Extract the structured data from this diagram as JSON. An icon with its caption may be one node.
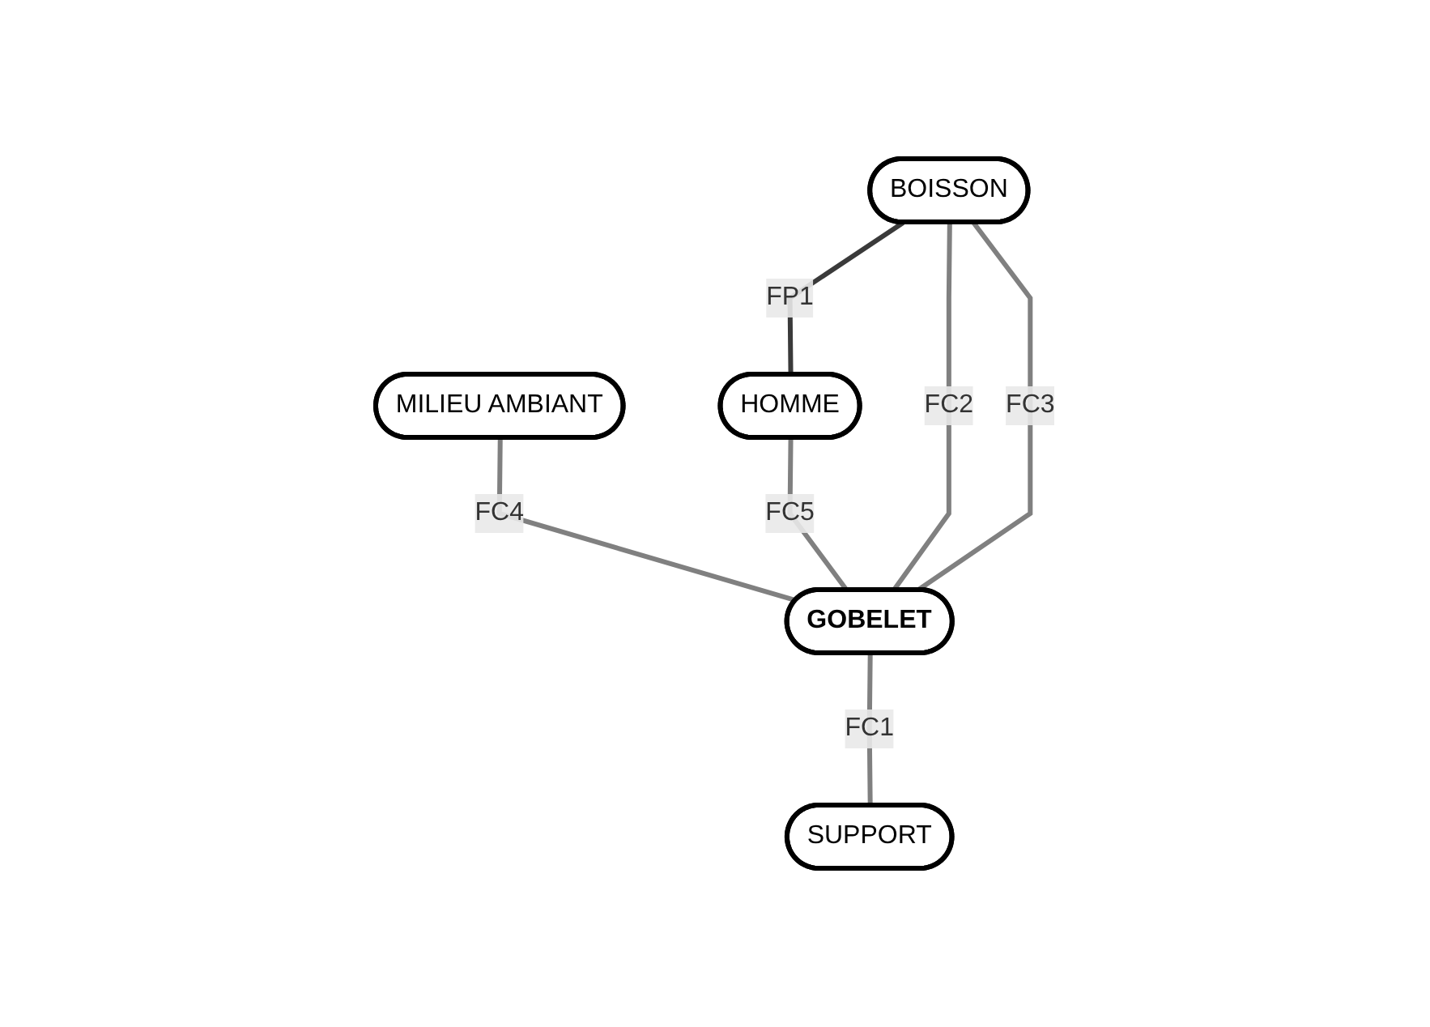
{
  "diagram": {
    "nodes": [
      {
        "text": [
          "MILIEU AMBIANT"
        ]
      },
      {
        "text": [
          "HOMME"
        ]
      },
      {
        "text": [
          "GOBELET"
        ]
      },
      {
        "text": [
          "BOISSON"
        ]
      },
      {
        "text": [
          "SUPPORT"
        ]
      }
    ],
    "edges": [
      {
        "from": 3,
        "to": 1,
        "arrow": "none",
        "label": "FP1",
        "color": "#3a3a3a"
      },
      {
        "from": 0,
        "to": 2,
        "arrow": "none",
        "label": "FC4"
      },
      {
        "from": 1,
        "to": 2,
        "arrow": "none",
        "label": "FC5"
      },
      {
        "from": 3,
        "to": 2,
        "arrow": "none",
        "label": "FC2"
      },
      {
        "from": 3,
        "to": 2,
        "arrow": "none",
        "label": "FC3"
      },
      {
        "from": 2,
        "to": 4,
        "arrow": "none",
        "label": "FC1"
      }
    ]
  }
}
